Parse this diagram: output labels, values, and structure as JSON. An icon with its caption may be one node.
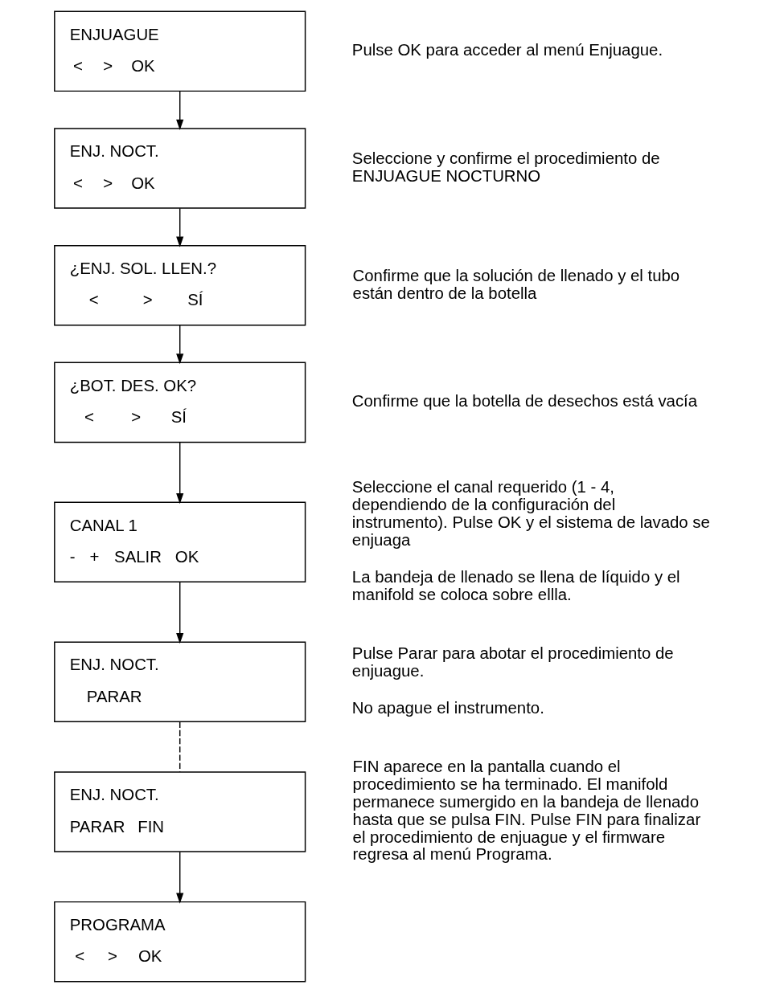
{
  "diagram": {
    "nodes": [
      {
        "text": [
          "ENJUAGUE",
          "<",
          ">",
          "OK"
        ],
        "beside": [
          "Pulse OK para acceder al menú Enjuague."
        ]
      },
      {
        "text": [
          "ENJ. NOCT.",
          "<",
          ">",
          "OK"
        ],
        "beside": [
          "Seleccione y confirme el procedimiento de ENJUAGUE NOCTURNO"
        ]
      },
      {
        "text": [
          "¿ENJ. SOL. LLEN.?",
          "<",
          ">",
          "SÍ"
        ],
        "beside": [
          "Confirme que la solución de llenado y el tubo están dentro de la botella"
        ]
      },
      {
        "text": [
          "¿BOT. DES. OK?",
          "<",
          ">",
          "SÍ"
        ],
        "beside": [
          "Confirme que la botella de desechos está vacía"
        ]
      },
      {
        "text": [
          "CANAL 1",
          "-",
          "+",
          "SALIR",
          "OK"
        ],
        "beside": [
          "Seleccione el canal requerido (1 - 4, dependiendo de la configuración del instrumento). Pulse OK y el sistema de lavado se enjuaga",
          "La bandeja de llenado se llena de líquido y el manifold se coloca sobre ellla."
        ]
      },
      {
        "text": [
          "ENJ. NOCT.",
          "PARAR"
        ],
        "beside": [
          "Pulse Parar para abotar el procedimiento de enjuague.",
          "No apague el instrumento."
        ]
      },
      {
        "text": [
          "ENJ. NOCT.",
          "PARAR",
          "FIN"
        ],
        "beside": [
          "FIN aparece en la pantalla cuando el procedimiento se ha terminado. El manifold permanece sumergido en la bandeja de llenado hasta que se pulsa FIN. Pulse FIN para finalizar el procedimiento de enjuague y el firmware regresa al menú Programa."
        ]
      },
      {
        "text": [
          "PROGRAMA",
          "<",
          ">",
          "OK"
        ]
      }
    ],
    "edges": [
      {
        "from": 0,
        "to": 1,
        "arrow": "to"
      },
      {
        "from": 1,
        "to": 2,
        "arrow": "to"
      },
      {
        "from": 2,
        "to": 3,
        "arrow": "to"
      },
      {
        "from": 3,
        "to": 4,
        "arrow": "to"
      },
      {
        "from": 4,
        "to": 5,
        "arrow": "to"
      },
      {
        "from": 5,
        "to": 6,
        "arrow": "none",
        "style": "dashed"
      },
      {
        "from": 6,
        "to": 7,
        "arrow": "to"
      }
    ]
  }
}
